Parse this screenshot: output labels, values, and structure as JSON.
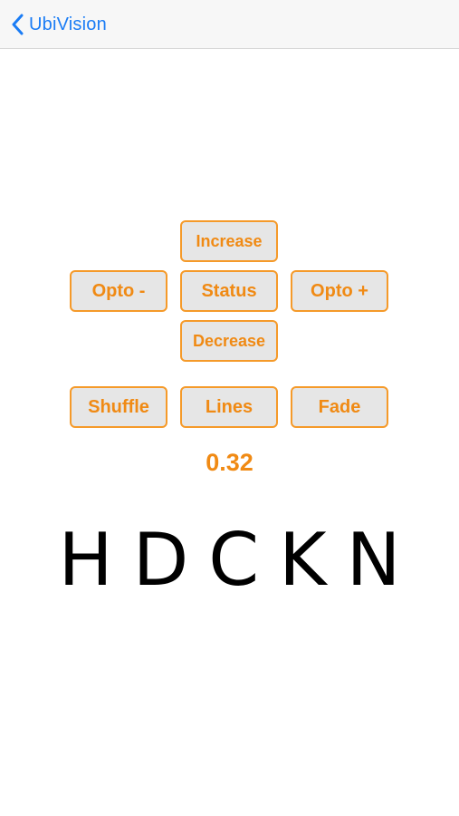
{
  "navbar": {
    "back_label": "UbiVision",
    "accent_color": "#1a7cf5"
  },
  "controls": {
    "increase_label": "Increase",
    "opto_minus_label": "Opto -",
    "status_label": "Status",
    "opto_plus_label": "Opto +",
    "decrease_label": "Decrease",
    "shuffle_label": "Shuffle",
    "lines_label": "Lines",
    "fade_label": "Fade",
    "button_text_color": "#f08a14",
    "button_border_color": "#f59a2a",
    "button_bg_color": "#e6e6e6"
  },
  "display": {
    "value": "0.32",
    "letters": "HDCKN"
  }
}
